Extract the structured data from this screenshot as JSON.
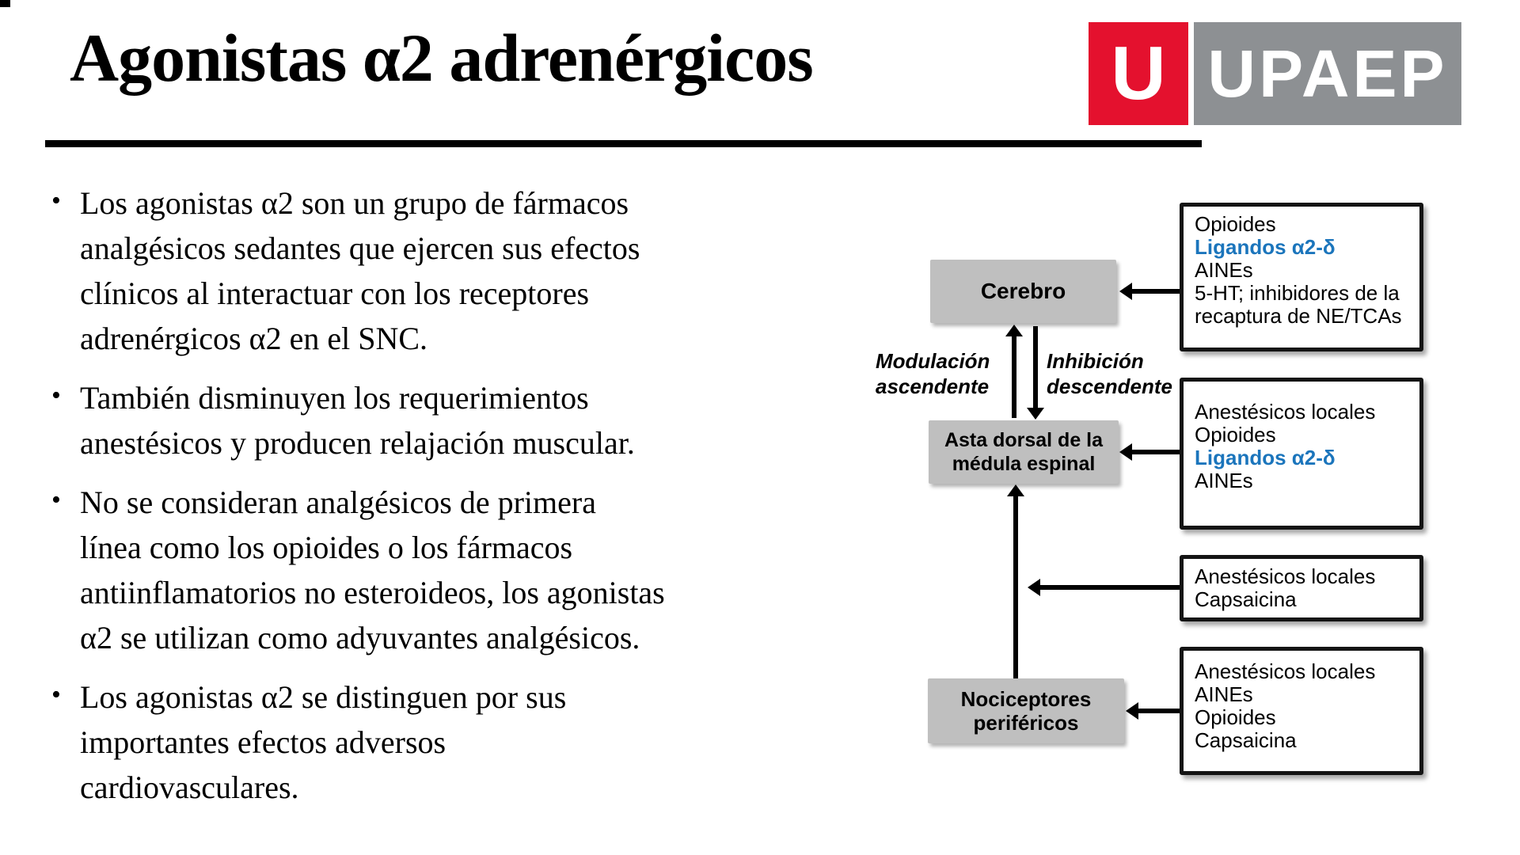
{
  "slide": {
    "title": "Agonistas α2 adrenérgicos",
    "bullets": [
      {
        "lines": [
          "Los agonistas α2 son un grupo de fármacos",
          "analgésicos sedantes que ejercen sus efectos",
          "clínicos al interactuar con los receptores",
          "adrenérgicos α2 en el SNC."
        ]
      },
      {
        "lines": [
          "También disminuyen los requerimientos",
          "anestésicos y producen relajación muscular."
        ]
      },
      {
        "lines": [
          "No se consideran analgésicos de primera",
          "línea como los opioides o los fármacos",
          "antiinflamatorios no esteroideos, los agonistas",
          "α2 se utilizan como adyuvantes analgésicos."
        ]
      },
      {
        "lines": [
          "Los agonistas α2 se distinguen por sus",
          "importantes efectos adversos",
          "cardiovasculares."
        ]
      }
    ]
  },
  "logo": {
    "monogram_letter": "U",
    "wordmark": "UPAEP"
  },
  "diagram": {
    "nodes": {
      "cerebro": {
        "label": "Cerebro"
      },
      "asta": {
        "label": "Asta dorsal de la médula espinal"
      },
      "nociceptores": {
        "label": "Nociceptores periféricos"
      }
    },
    "pathway_labels": {
      "ascending": "Modulación ascendente",
      "descending": "Inhibición descendente"
    },
    "drug_boxes": [
      {
        "target": "cerebro",
        "items": [
          "Opioides",
          "Ligandos α2-δ",
          "AINEs",
          "5-HT; inhibidores de la recaptura de NE/TCAs"
        ],
        "highlighted_item": "Ligandos α2-δ"
      },
      {
        "target": "asta",
        "items": [
          "Anestésicos locales",
          "Opioides",
          "Ligandos α2-δ",
          "AINEs"
        ],
        "highlighted_item": "Ligandos α2-δ"
      },
      {
        "target": "pathway",
        "items": [
          "Anestésicos locales",
          "Capsaicina"
        ],
        "highlighted_item": null
      },
      {
        "target": "nociceptores",
        "items": [
          "Anestésicos locales",
          "AINEs",
          "Opioides",
          "Capsaicina"
        ],
        "highlighted_item": null
      }
    ]
  },
  "colors": {
    "highlight_blue": "#1B75BC",
    "node_gray": "#BFBFBF",
    "logo_red": "#E4112E",
    "logo_gray": "#8D9093"
  }
}
